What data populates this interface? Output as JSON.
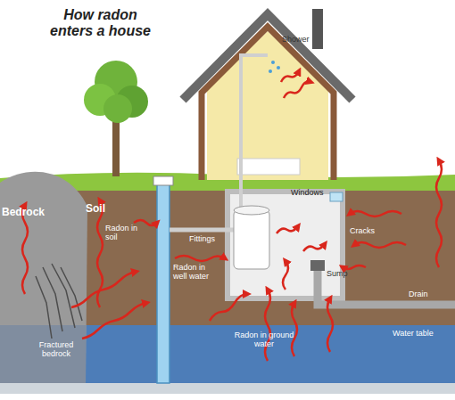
{
  "diagram": {
    "title": "How radon enters a house",
    "labels": [
      "Bedrock",
      "Soil",
      "Radon in soil",
      "Fractured bedrock",
      "Radon in well water",
      "Fittings",
      "Shower",
      "Windows",
      "Cracks",
      "Sump",
      "Drain",
      "Water table",
      "Radon in ground water"
    ]
  }
}
